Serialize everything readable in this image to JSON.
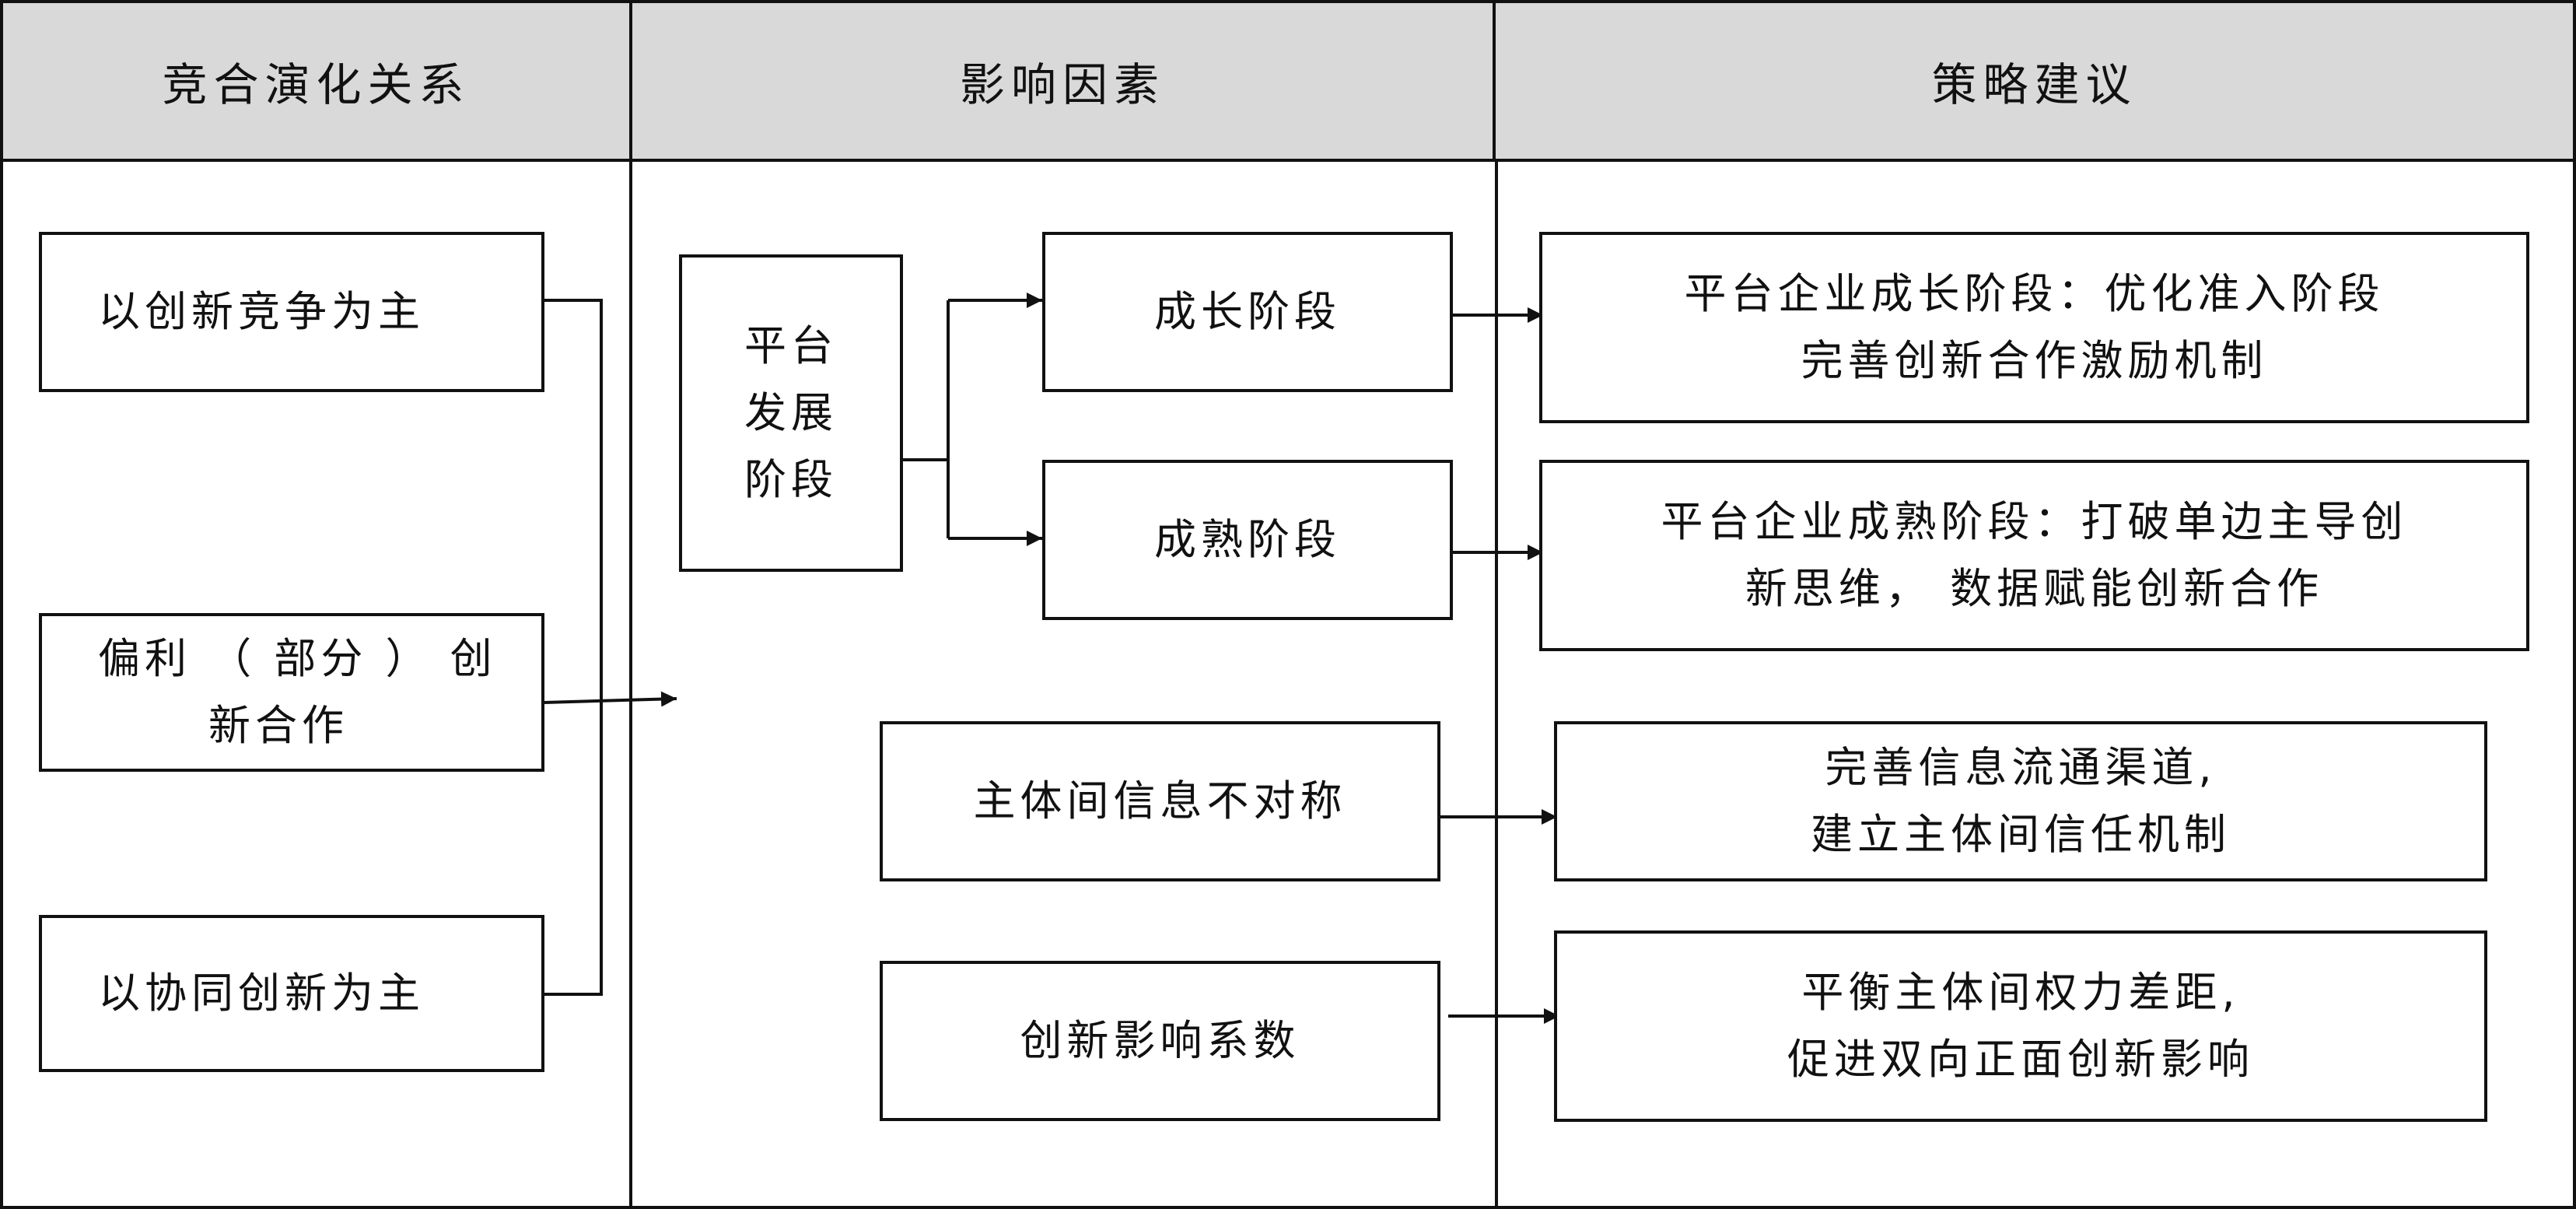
{
  "headers": [
    "竞合演化关系",
    "影响因素",
    "策略建议"
  ],
  "relations": [
    {
      "lines": [
        "以创新竞争为主"
      ]
    },
    {
      "lines": [
        "偏利 （ 部分 ） 创",
        "新合作"
      ]
    },
    {
      "lines": [
        "以协同创新为主"
      ]
    }
  ],
  "factors": {
    "platform_stage": {
      "lines": [
        "平台",
        "发展",
        "阶段"
      ]
    },
    "growth_stage": "成长阶段",
    "mature_stage": "成熟阶段",
    "info_asymmetry": "主体间信息不对称",
    "innovation_coefficient": "创新影响系数"
  },
  "suggestions": [
    {
      "lines": [
        "平台企业成长阶段：优化准入阶段",
        "完善创新合作激励机制"
      ]
    },
    {
      "lines": [
        "平台企业成熟阶段：打破单边主导创",
        "新思维， 数据赋能创新合作"
      ]
    },
    {
      "lines": [
        "完善信息流通渠道,",
        "建立主体间信任机制"
      ]
    },
    {
      "lines": [
        "平衡主体间权力差距,",
        "促进双向正面创新影响"
      ]
    }
  ]
}
